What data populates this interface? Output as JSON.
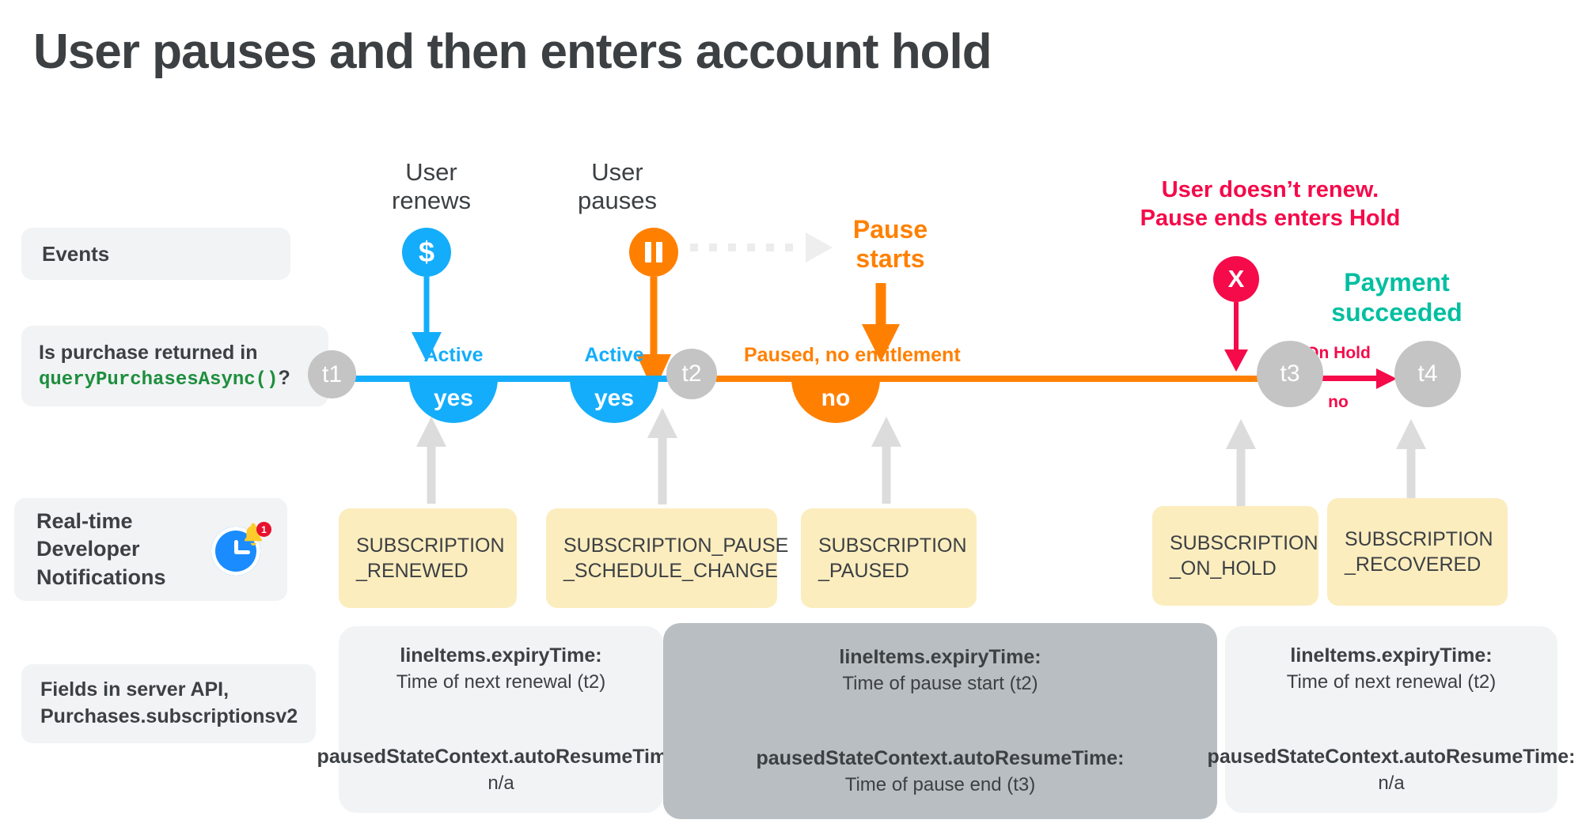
{
  "title": "User pauses and then enters account hold",
  "colors": {
    "blue": "#14adfb",
    "orange": "#ff8000",
    "red": "#f50a4a",
    "green": "#00bfa0",
    "code_green": "#1e8e3e",
    "gray_node": "#c4c4c4",
    "note_yellow": "#fcedbf",
    "panel_light": "#f1f3f4",
    "panel_dark": "#b9bec2"
  },
  "row_labels": {
    "events": "Events",
    "query_line1": "Is purchase returned in",
    "query_code": "queryPurchasesAsync()",
    "query_suffix": "?",
    "rtdn": "Real-time\nDeveloper\nNotifications",
    "rtdn_badge": "1",
    "fields": "Fields in server API,\nPurchases.subscriptionsv2"
  },
  "events": [
    {
      "caption": "User\nrenews",
      "icon": "dollar-icon",
      "glyph": "$",
      "color": "#14adfb"
    },
    {
      "caption": "User\npauses",
      "icon": "pause-icon",
      "glyph": "⏸",
      "color": "#ff8000"
    },
    {
      "caption": "Pause\nstarts",
      "icon": "none",
      "glyph": "",
      "color": "#ff8000"
    },
    {
      "caption": "User doesn’t renew.\nPause ends enters Hold",
      "icon": "x-icon",
      "glyph": "X",
      "color": "#f50a4a"
    },
    {
      "caption": "Payment\nsucceeded",
      "icon": "none",
      "glyph": "",
      "color": "#00bfa0"
    }
  ],
  "timeline": {
    "nodes": [
      {
        "label": "t1"
      },
      {
        "label": "t2"
      },
      {
        "label": "t3"
      },
      {
        "label": "t4"
      }
    ],
    "segments": [
      {
        "state": "Active",
        "answer": "yes",
        "color": "blue"
      },
      {
        "state": "Active",
        "answer": "yes",
        "color": "blue"
      },
      {
        "state": "Paused, no entitlement",
        "answer": "no",
        "color": "orange"
      },
      {
        "state": "On Hold",
        "answer": "no",
        "color": "red"
      }
    ]
  },
  "notifications": [
    {
      "text": "SUBSCRIPTION\n_RENEWED"
    },
    {
      "text": "SUBSCRIPTION_PAUSE\n_SCHEDULE_CHANGE"
    },
    {
      "text": "SUBSCRIPTION\n_PAUSED"
    },
    {
      "text": "SUBSCRIPTION\n_ON_HOLD"
    },
    {
      "text": "SUBSCRIPTION\n_RECOVERED"
    }
  ],
  "field_panels": [
    {
      "tone": "light",
      "expiry_key": "lineItems.expiryTime:",
      "expiry_value": "Time of next renewal (t2)",
      "resume_key": "pausedStateContext.autoResumeTime:",
      "resume_value": "n/a"
    },
    {
      "tone": "dark",
      "expiry_key": "lineItems.expiryTime:",
      "expiry_value": "Time of pause start (t2)",
      "resume_key": "pausedStateContext.autoResumeTime:",
      "resume_value": "Time of pause end (t3)"
    },
    {
      "tone": "light",
      "expiry_key": "lineItems.expiryTime:",
      "expiry_value": "Time of next renewal (t2)",
      "resume_key": "pausedStateContext.autoResumeTime:",
      "resume_value": "n/a"
    }
  ]
}
